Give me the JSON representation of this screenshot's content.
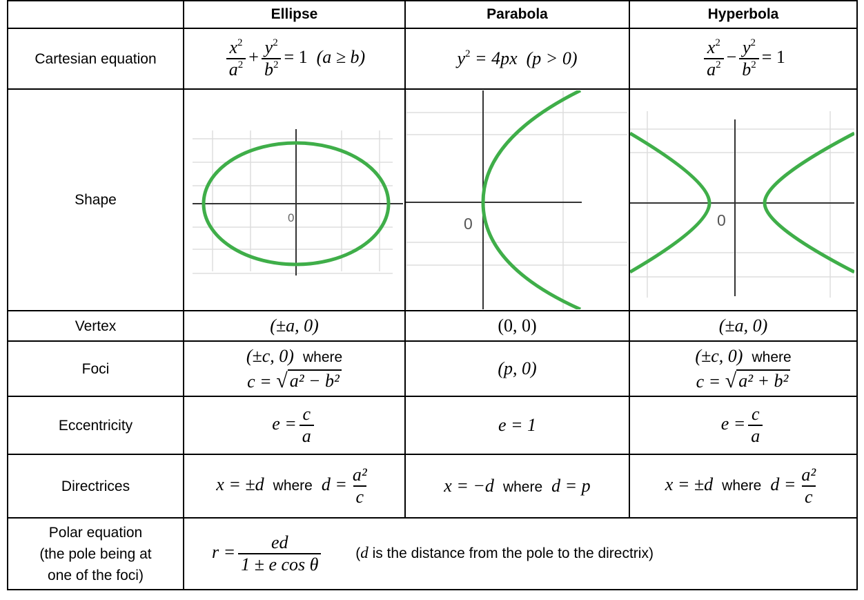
{
  "header": {
    "col1": "Ellipse",
    "col2": "Parabola",
    "col3": "Hyperbola"
  },
  "rows": {
    "cartesian_label": "Cartesian equation",
    "shape_label": "Shape",
    "vertex_label": "Vertex",
    "foci_label": "Foci",
    "eccentricity_label": "Eccentricity",
    "directrices_label": "Directrices",
    "polar_label_line1": "Polar equation",
    "polar_label_line2": "(the pole being at",
    "polar_label_line3": "one of the foci)"
  },
  "cartesian": {
    "ellipse_num1": "x",
    "ellipse_den1": "a",
    "ellipse_num2": "y",
    "ellipse_den2": "b",
    "ellipse_cond": "(a ≥ b)",
    "parabola_lhs": "y",
    "parabola_rhs": "= 4px",
    "parabola_cond": "(p > 0)",
    "hyperbola_num1": "x",
    "hyperbola_den1": "a",
    "hyperbola_num2": "y",
    "hyperbola_den2": "b"
  },
  "shape": {
    "origin_label": "0",
    "curve_color": "#3fae49",
    "axis_color": "#333333",
    "grid_color": "#dddddd"
  },
  "vertex": {
    "ellipse": "(±a, 0)",
    "parabola": "(0, 0)",
    "hyperbola": "(±a, 0)"
  },
  "foci": {
    "ellipse_line1": "(±c, 0)",
    "where": "where",
    "ellipse_line2_lhs": "c =",
    "ellipse_radicand": "a² − b²",
    "parabola": "(p, 0)",
    "hyperbola_line1": "(±c, 0)",
    "hyperbola_line2_lhs": "c =",
    "hyperbola_radicand": "a² + b²"
  },
  "eccentricity": {
    "lhs": "e =",
    "num": "c",
    "den": "a",
    "parabola": "e = 1"
  },
  "directrices": {
    "ellipse_lhs": "x = ±d",
    "where": "where",
    "ellipse_d": "d =",
    "ellipse_num": "a²",
    "ellipse_den": "c",
    "parabola_lhs": "x = −d",
    "parabola_rhs": "d = p",
    "hyperbola_lhs": "x = ±d",
    "hyperbola_d": "d =",
    "hyperbola_num": "a²",
    "hyperbola_den": "c"
  },
  "polar": {
    "lhs": "r =",
    "num": "ed",
    "den": "1 ± e cos θ",
    "note_open": "(",
    "note_var": "d",
    "note_rest": " is the distance from the pole to the directrix)"
  }
}
